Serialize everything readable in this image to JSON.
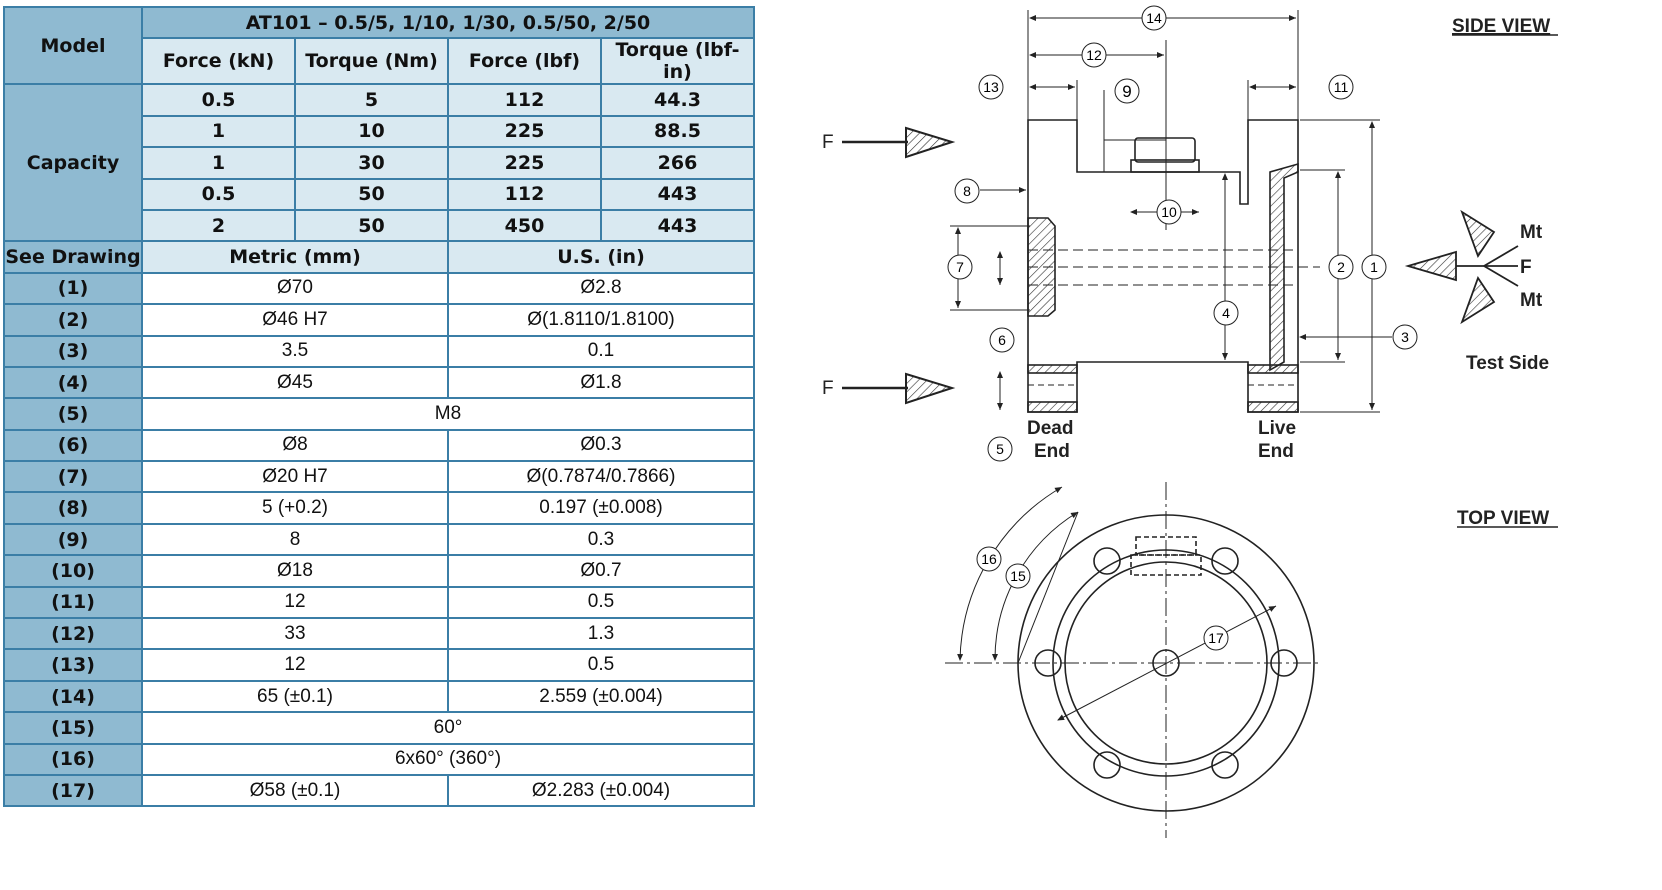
{
  "table": {
    "model_label": "Model",
    "title": "AT101 – 0.5/5, 1/10, 1/30, 0.5/50, 2/50",
    "col_headers": [
      "Force (kN)",
      "Torque (Nm)",
      "Force (lbf)",
      "Torque (lbf-in)"
    ],
    "capacity_label": "Capacity",
    "capacity_rows": [
      [
        "0.5",
        "5",
        "112",
        "44.3"
      ],
      [
        "1",
        "10",
        "225",
        "88.5"
      ],
      [
        "1",
        "30",
        "225",
        "266"
      ],
      [
        "0.5",
        "50",
        "112",
        "443"
      ],
      [
        "2",
        "50",
        "450",
        "443"
      ]
    ],
    "see_drawing_label": "See Drawing",
    "metric_label": "Metric (mm)",
    "us_label": "U.S. (in)",
    "dim_rows": [
      {
        "id": "(1)",
        "metric": "Ø70",
        "us": "Ø2.8"
      },
      {
        "id": "(2)",
        "metric": "Ø46 H7",
        "us": "Ø(1.8110/1.8100)"
      },
      {
        "id": "(3)",
        "metric": "3.5",
        "us": "0.1"
      },
      {
        "id": "(4)",
        "metric": "Ø45",
        "us": "Ø1.8"
      },
      {
        "id": "(5)",
        "merged": "M8"
      },
      {
        "id": "(6)",
        "metric": "Ø8",
        "us": "Ø0.3"
      },
      {
        "id": "(7)",
        "metric": "Ø20 H7",
        "us": "Ø(0.7874/0.7866)"
      },
      {
        "id": "(8)",
        "metric": "5 (+0.2)",
        "us": "0.197 (±0.008)"
      },
      {
        "id": "(9)",
        "metric": "8",
        "us": "0.3"
      },
      {
        "id": "(10)",
        "metric": "Ø18",
        "us": "Ø0.7"
      },
      {
        "id": "(11)",
        "metric": "12",
        "us": "0.5"
      },
      {
        "id": "(12)",
        "metric": "33",
        "us": "1.3"
      },
      {
        "id": "(13)",
        "metric": "12",
        "us": "0.5"
      },
      {
        "id": "(14)",
        "metric": "65 (±0.1)",
        "us": "2.559 (±0.004)"
      },
      {
        "id": "(15)",
        "merged": "60°"
      },
      {
        "id": "(16)",
        "merged": "6x60° (360°)"
      },
      {
        "id": "(17)",
        "metric": "Ø58 (±0.1)",
        "us": "Ø2.283 (±0.004)"
      }
    ]
  },
  "drawing": {
    "side_view_label": "SIDE VIEW",
    "top_view_label": "TOP VIEW",
    "force_label": "F",
    "mt_label": "Mt",
    "test_side_label": "Test Side",
    "dead_end_label": [
      "Dead",
      "End"
    ],
    "live_end_label": [
      "Live",
      "End"
    ],
    "callouts": [
      "1",
      "2",
      "3",
      "4",
      "5",
      "6",
      "7",
      "8",
      "9",
      "10",
      "11",
      "12",
      "13",
      "14",
      "15",
      "16",
      "17"
    ]
  }
}
